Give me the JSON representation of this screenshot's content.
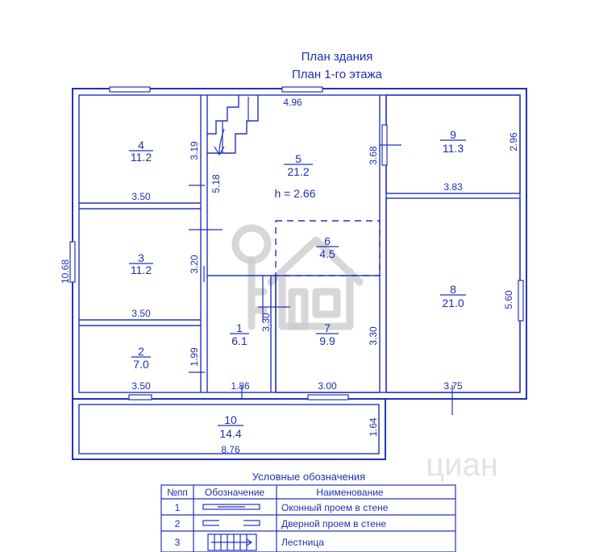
{
  "header": {
    "title": "План здания",
    "subtitle": "План 1-го этажа"
  },
  "dimensions": {
    "overall_left": "10.68",
    "top_center": "4.96",
    "r4_side": "3.19",
    "r4_bottom": "3.50",
    "stair_side": "5.18",
    "r5_side": "3.68",
    "r9_side": "2.96",
    "r9_bottom": "3.83",
    "r3_side": "3.20",
    "r3_bottom": "3.50",
    "r8_side": "5.60",
    "r1_side": "3.30",
    "r7_side": "3.30",
    "r2_side": "1.99",
    "r2_bottom": "3.50",
    "r1_bottom": "1.86",
    "r7_bottom": "3.00",
    "r8_bottom": "3.75",
    "r10_side": "1.64",
    "r10_bottom": "8.76"
  },
  "rooms": {
    "r1": {
      "num": "1",
      "area": "6.1"
    },
    "r2": {
      "num": "2",
      "area": "7.0"
    },
    "r3": {
      "num": "3",
      "area": "11.2"
    },
    "r4": {
      "num": "4",
      "area": "11.2"
    },
    "r5": {
      "num": "5",
      "area": "21.2",
      "height": "h = 2.66"
    },
    "r6": {
      "num": "6",
      "area": "4.5"
    },
    "r7": {
      "num": "7",
      "area": "9.9"
    },
    "r8": {
      "num": "8",
      "area": "21.0"
    },
    "r9": {
      "num": "9",
      "area": "11.3"
    },
    "r10": {
      "num": "10",
      "area": "14.4"
    }
  },
  "legend": {
    "title": "Условные обозначения",
    "headers": {
      "num": "№пп",
      "symbol": "Обозначение",
      "name": "Наименование"
    },
    "rows": [
      {
        "num": "1",
        "name": "Оконный проем в стене",
        "symbol_icon": "window-opening-icon"
      },
      {
        "num": "2",
        "name": "Дверной проем в стене",
        "symbol_icon": "door-opening-icon"
      },
      {
        "num": "3",
        "name": "Лестница",
        "symbol_icon": "staircase-icon"
      }
    ]
  },
  "watermark": {
    "text": "циан",
    "icon": "key-house-logo-icon"
  },
  "colors": {
    "ink": "#2233bb",
    "watermark": "#c9c9c9"
  }
}
